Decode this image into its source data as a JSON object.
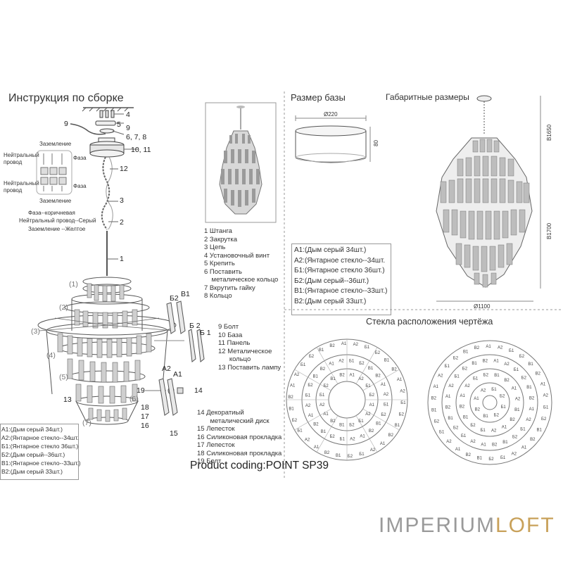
{
  "assembly": {
    "title": "Инструкция по сборке",
    "wiring": {
      "ground_top": "Заземление",
      "neutral_1": "Нейтральный провод",
      "phase_1": "Фаза",
      "neutral_2": "Нейтральный провод",
      "phase_2": "Фаза",
      "ground_bottom": "Заземление",
      "legend": [
        "Фаза--коричневая",
        "Нейтральный провод--Серый",
        "Заземление --Желтое"
      ]
    },
    "callouts": {
      "c4": "4",
      "c5": "5",
      "c9": "9",
      "c9left": "9",
      "c678": "6, 7, 8",
      "c1011": "10, 11",
      "c12": "12",
      "c3": "3",
      "c2": "2",
      "c1": "1",
      "c13": "13",
      "c14": "14",
      "c15": "15",
      "c16": "16",
      "c17": "17",
      "c18": "18",
      "c19": "19",
      "ring1": "(1)",
      "ring2": "(2)",
      "ring3": "(3)",
      "ring4": "(4)",
      "ring5": "(5)",
      "ring6": "(6)",
      "ring7": "(7)",
      "b2": "Б2",
      "b1": "В1",
      "be2": "Б 2",
      "be1": "Б 1",
      "a2": "A2",
      "a1": "A1"
    },
    "parts_list_1": [
      "1  Штанга",
      "2  Закрутка",
      "3  Цепь",
      "4  Установочный винт",
      "5  Крепить",
      "6  Поставить",
      "    металическое кольцо",
      "7  Вкрутить гайку",
      "8  Кольцо"
    ],
    "parts_list_2": [
      "9  Болт",
      "10 База",
      "11 Панель",
      "12 Металическое",
      "      кольцо",
      "13 Поставить лампу"
    ],
    "parts_list_3": [
      "14  Декоратиый",
      "       металический диск",
      "15 Лепесток",
      "16 Силиконовая прокладка",
      "17 Лепесток",
      "18 Силиконовая прокладка",
      "19 Болт"
    ],
    "glass_list_left": [
      "A1:(Дым серый 34шт.)",
      "A2:(Янтарное стекло--34шт.",
      "Б1:(Янтарное стекло 36шт.)",
      "Б2:(Дым серый--36шт.)",
      "B1:(Янтарное стекло--33шт.)",
      "B2:(Дым серый 33шт.)"
    ],
    "product_coding": "Product coding:POINT SP39"
  },
  "base": {
    "title": "Размер базы",
    "diameter": "Ø220",
    "height": "80"
  },
  "dimensions": {
    "title": "Габаритные размеры",
    "total_height": "B1650",
    "body_height": "B1700",
    "diameter": "Ø1100"
  },
  "glass_list_right": [
    "A1:(Дым серый 34шт.)",
    "A2:(Янтарное стекло--34шт.",
    "Б1:(Янтарное стекло 36шт.)",
    "Б2:(Дым серый--36шт.)",
    "B1:(Янтарное стекло--33шт.)",
    "B2:(Дым серый 33шт.)"
  ],
  "layout_title": "Стекла расположения чертёжа",
  "brand": {
    "part1": "IMPERIUM",
    "part2": "LOFT",
    "color1": "#9a9a9a",
    "color2": "#c8a15a"
  }
}
